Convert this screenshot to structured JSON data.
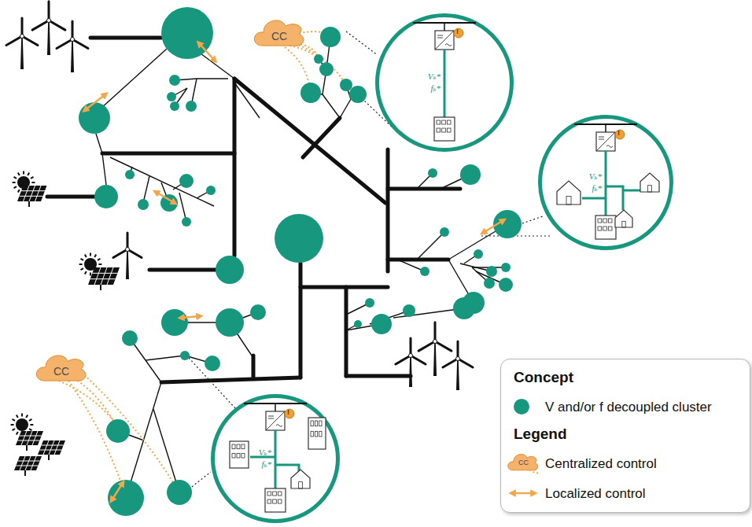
{
  "diagram": {
    "nodes": [
      {
        "text": [
          "CC"
        ]
      },
      {
        "text": [
          "CC"
        ]
      },
      {
        "text": [
          "Vₖ*",
          "fₖ*"
        ]
      },
      {
        "text": [
          "Vₖ*",
          "fₖ*"
        ]
      },
      {
        "text": [
          "Vₖ*",
          "fₖ*"
        ]
      }
    ],
    "labels": [
      "!",
      "!",
      "!",
      "Concept",
      "Legend",
      "CC"
    ],
    "legend": [
      {
        "text": "V and/or f decoupled cluster",
        "color": "#17987e"
      },
      {
        "text": "Centralized control"
      },
      {
        "text": "Localized control"
      }
    ]
  }
}
